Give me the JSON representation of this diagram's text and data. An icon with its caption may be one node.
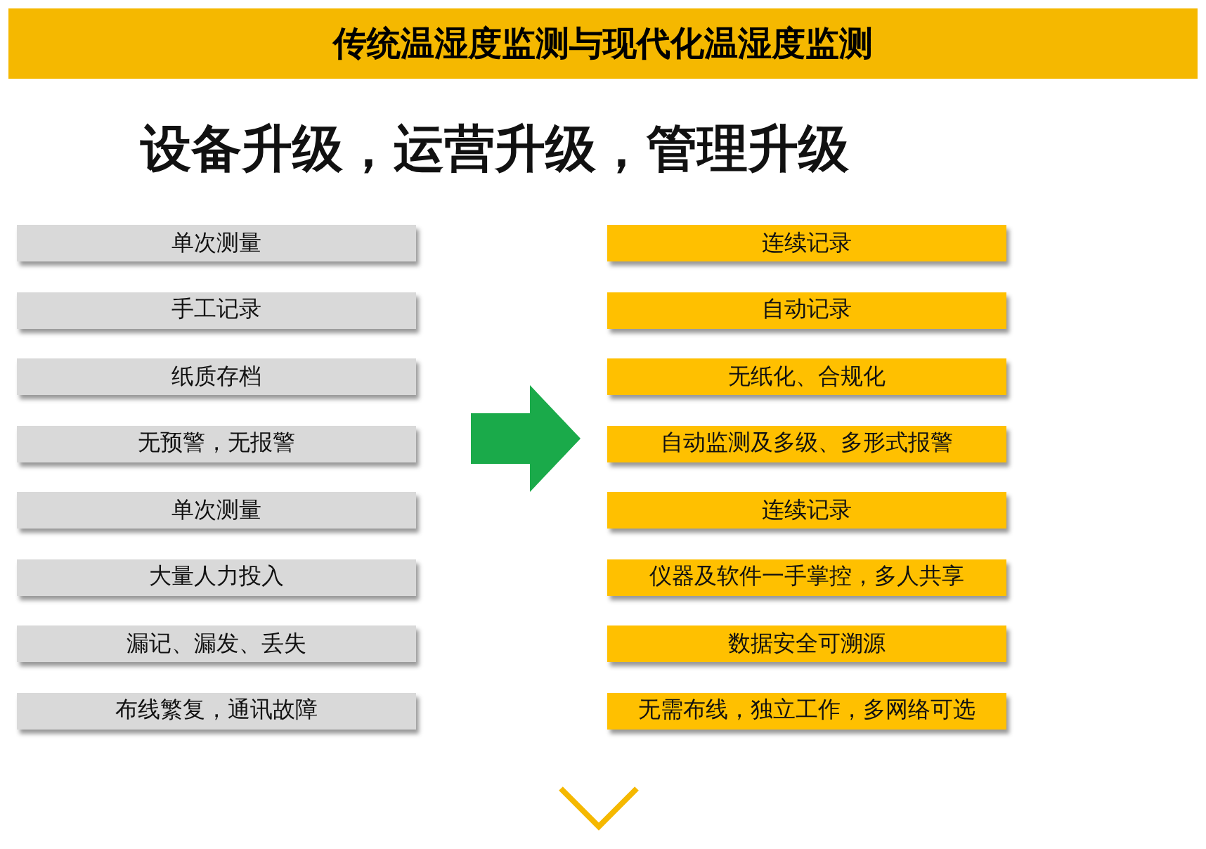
{
  "diagram": {
    "title": "传统温湿度监测与现代化温湿度监测",
    "nodes": [
      {
        "text": [
          "单次测量"
        ]
      },
      {
        "text": [
          "手工记录"
        ]
      },
      {
        "text": [
          "纸质存档"
        ]
      },
      {
        "text": [
          "无预警，无报警"
        ]
      },
      {
        "text": [
          "单次测量"
        ]
      },
      {
        "text": [
          "大量人力投入"
        ]
      },
      {
        "text": [
          "漏记、漏发、丢失"
        ]
      },
      {
        "text": [
          "布线繁复，通讯故障"
        ]
      },
      {
        "text": [
          "连续记录"
        ]
      },
      {
        "text": [
          "自动记录"
        ]
      },
      {
        "text": [
          "无纸化、合规化"
        ]
      },
      {
        "text": [
          "自动监测及多级、多形式报警"
        ]
      },
      {
        "text": [
          "连续记录"
        ]
      },
      {
        "text": [
          "仪器及软件一手掌控，多人共享"
        ]
      },
      {
        "text": [
          "数据安全可溯源"
        ]
      },
      {
        "text": [
          "无需布线，独立工作，多网络可选"
        ]
      }
    ],
    "labels": [
      "设备升级，运营升级，管理升级"
    ]
  }
}
